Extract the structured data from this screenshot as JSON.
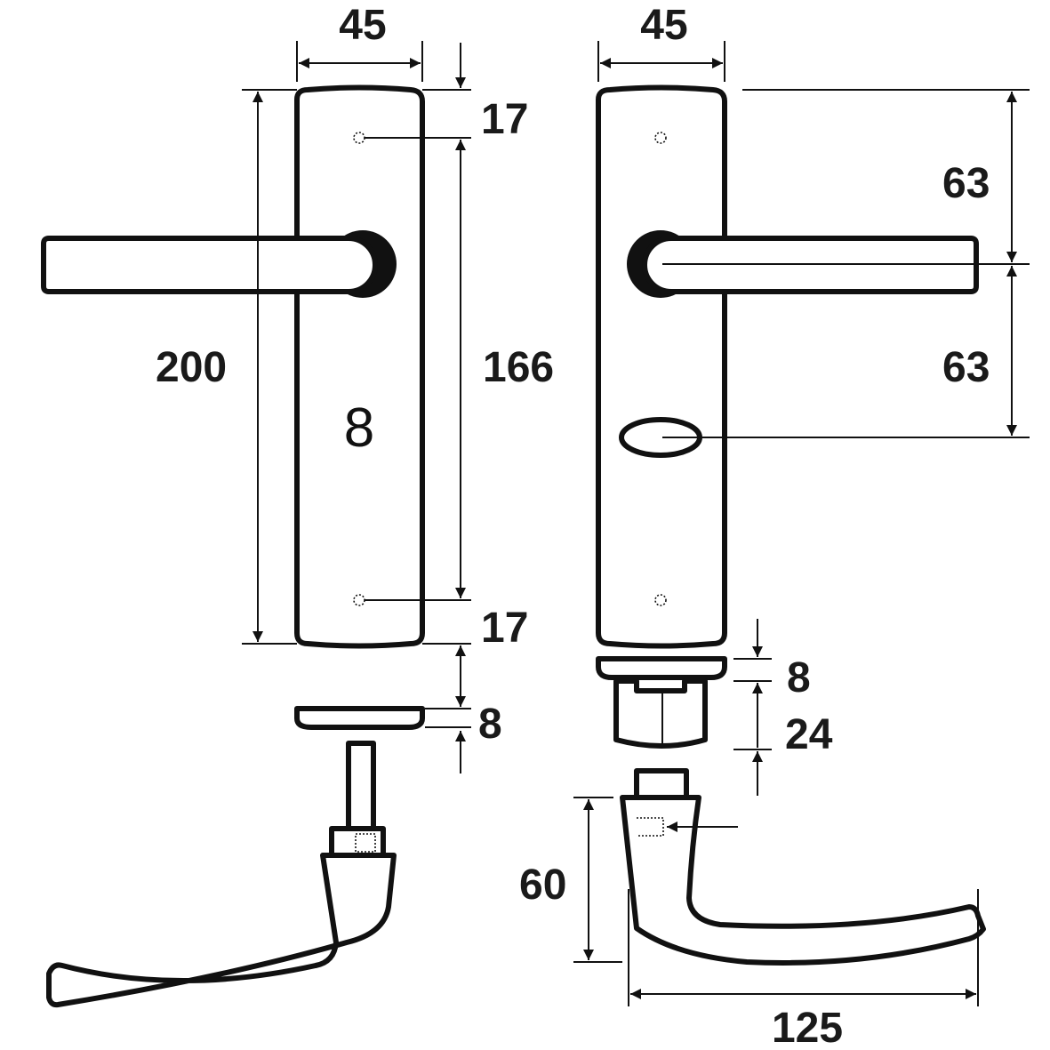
{
  "dimensions": {
    "left_plate_width": "45",
    "right_plate_width": "45",
    "left_top_offset": "17",
    "left_total_height": "200",
    "left_hole_spacing": "166",
    "left_bottom_offset": "17",
    "left_rose_thickness": "8",
    "right_upper_centre": "63",
    "right_lower_centre": "63",
    "right_rose_thickness": "8",
    "right_spindle_block": "24",
    "handle_height": "60",
    "handle_projection": "125"
  },
  "labels": {
    "profile_cylinder": "8"
  },
  "colors": {
    "line": "#111111",
    "text": "#1a1a1a",
    "background": "#ffffff"
  }
}
